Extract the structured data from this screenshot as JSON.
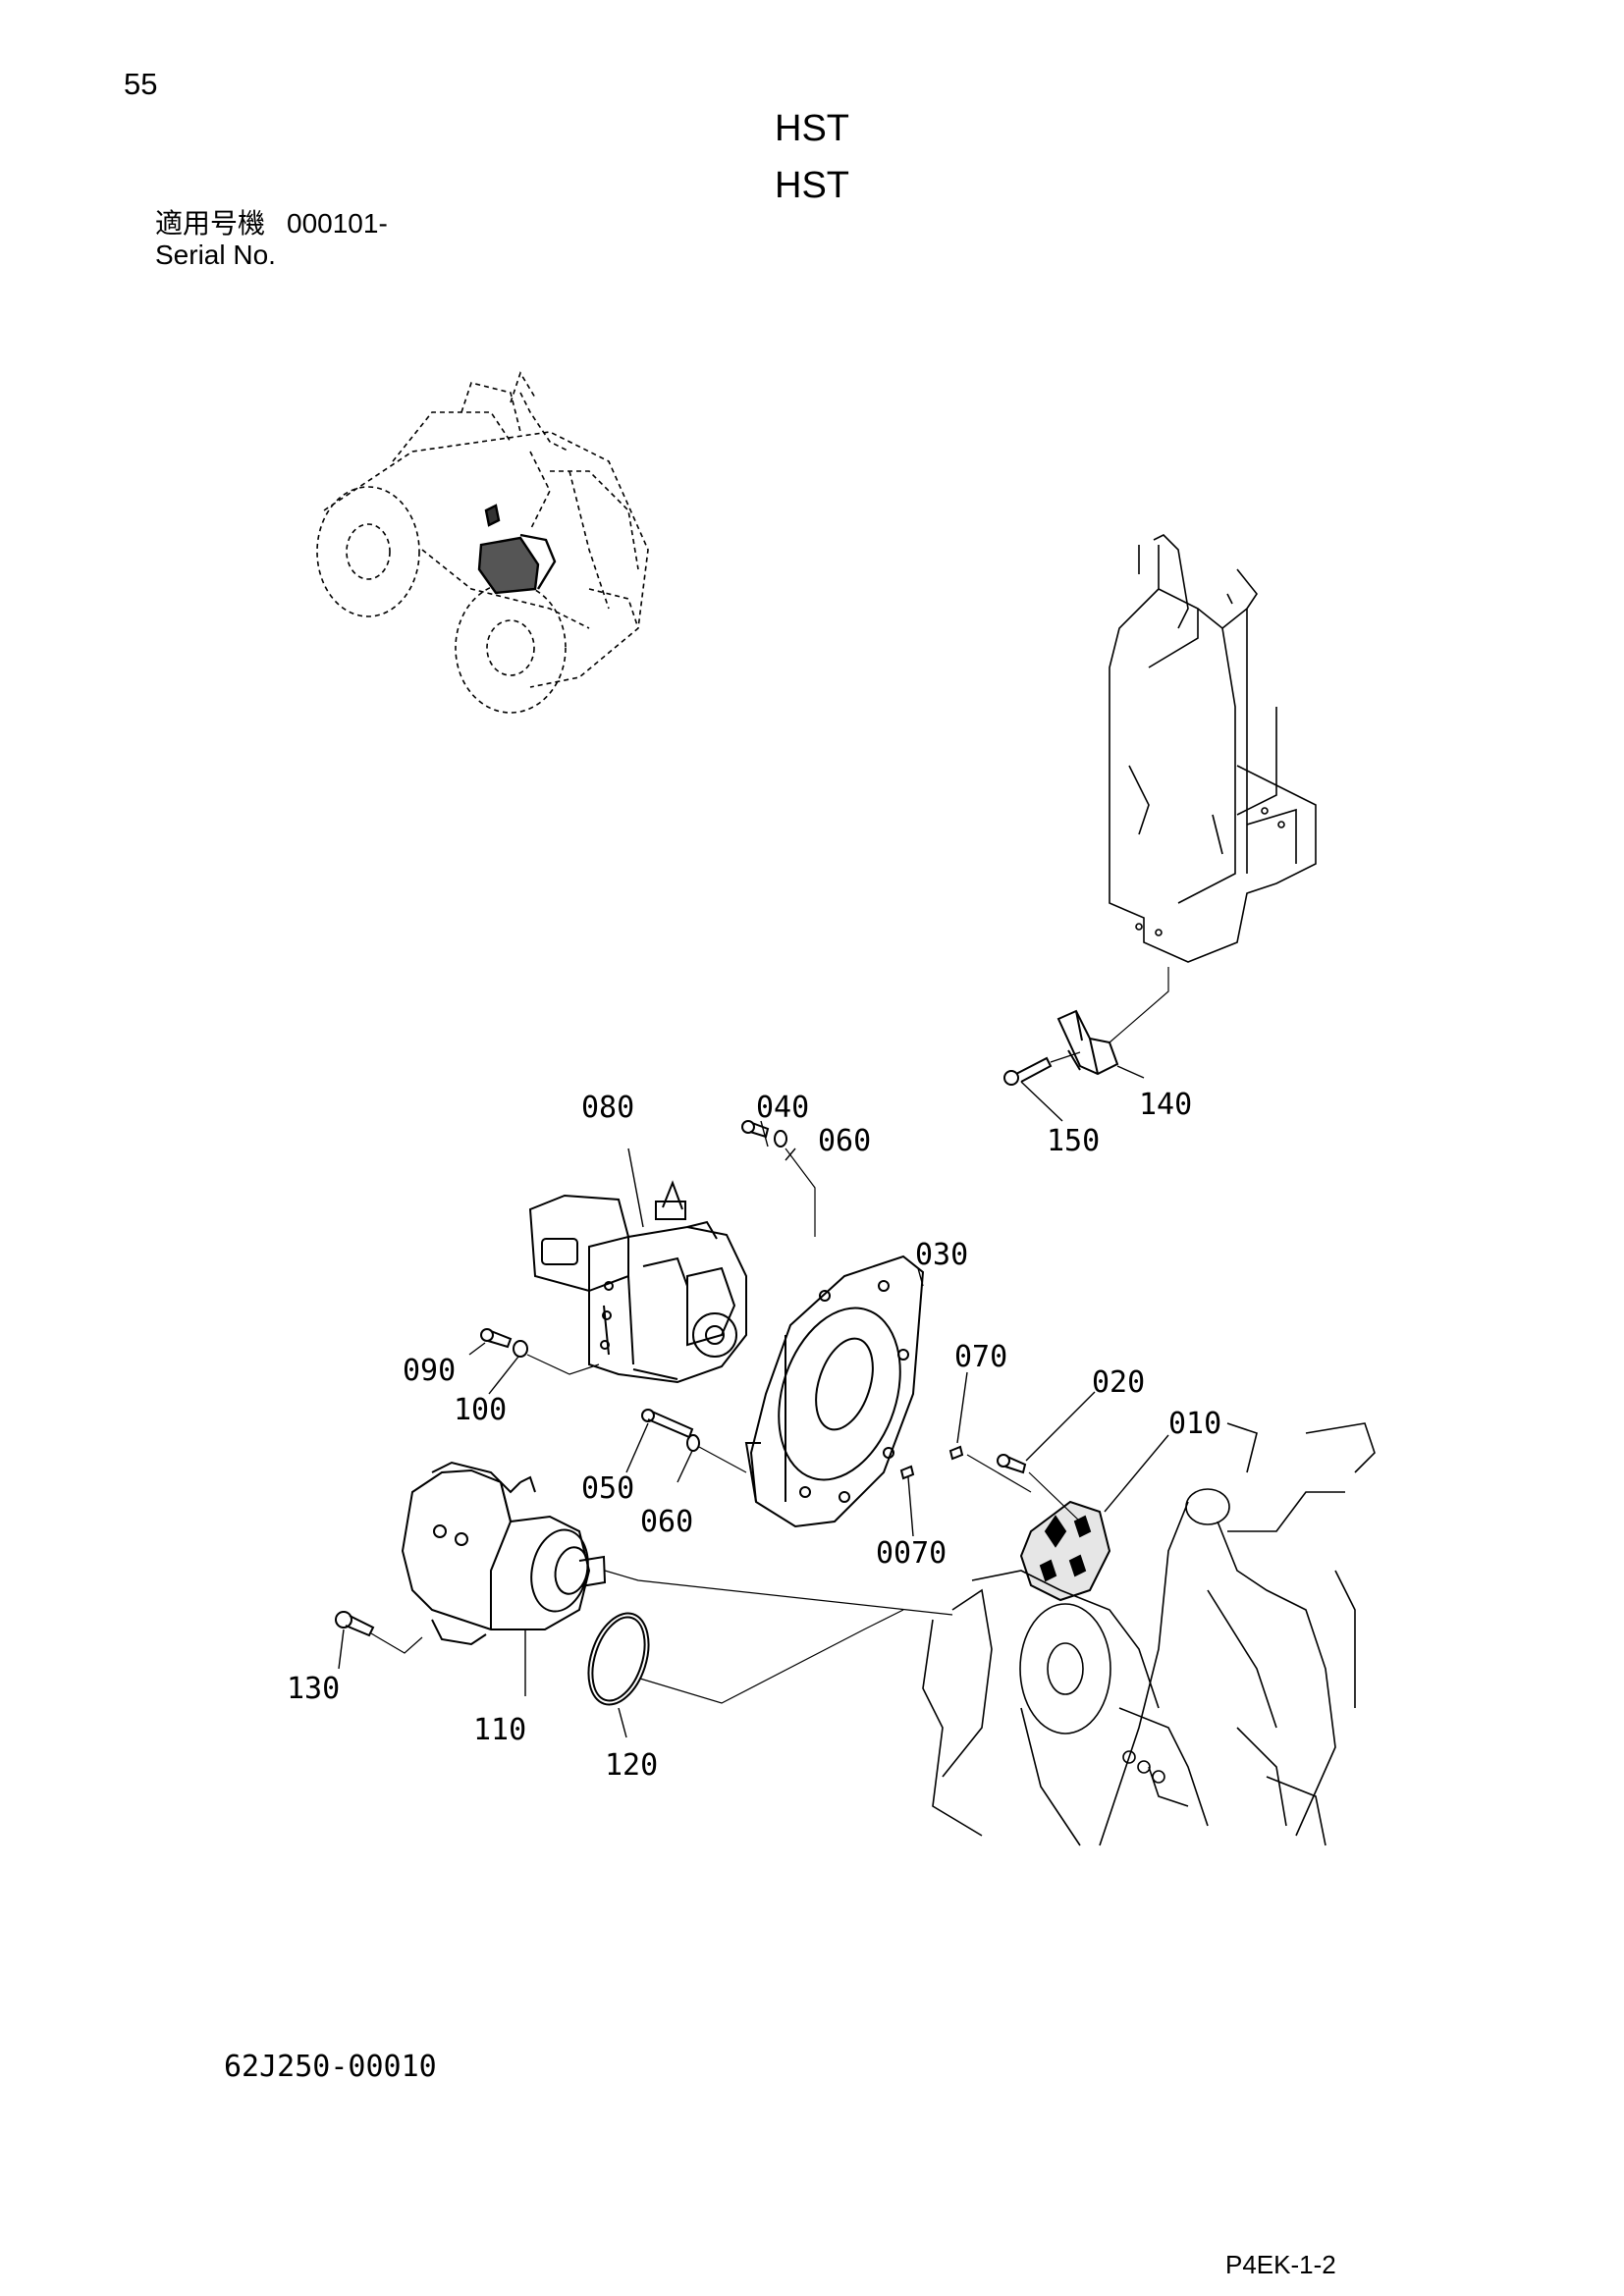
{
  "page_number": "55",
  "titles": [
    "HST",
    "HST"
  ],
  "serial": {
    "label_jp": "適用号機",
    "number": "000101-",
    "label_en": "Serial No."
  },
  "callouts": [
    "010",
    "020",
    "030",
    "040",
    "050",
    "060",
    "060",
    "070",
    "0070",
    "080",
    "090",
    "100",
    "110",
    "120",
    "130",
    "140",
    "150"
  ],
  "document_number": "62J250-00010",
  "page_code": "P4EK-1-2"
}
